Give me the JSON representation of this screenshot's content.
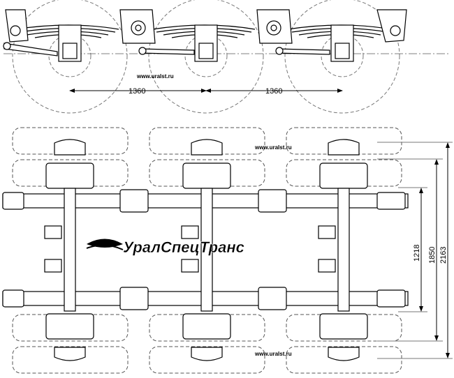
{
  "side_view": {
    "website": "www.uralst.ru",
    "spacing_1": "1360",
    "spacing_2": "1360"
  },
  "top_view": {
    "website_top": "www.uralst.ru",
    "website_bottom": "www.uralst.ru",
    "logo_text": "УралСпецТранс",
    "dim_inner": "1218",
    "dim_middle": "1850",
    "dim_outer": "2163"
  }
}
